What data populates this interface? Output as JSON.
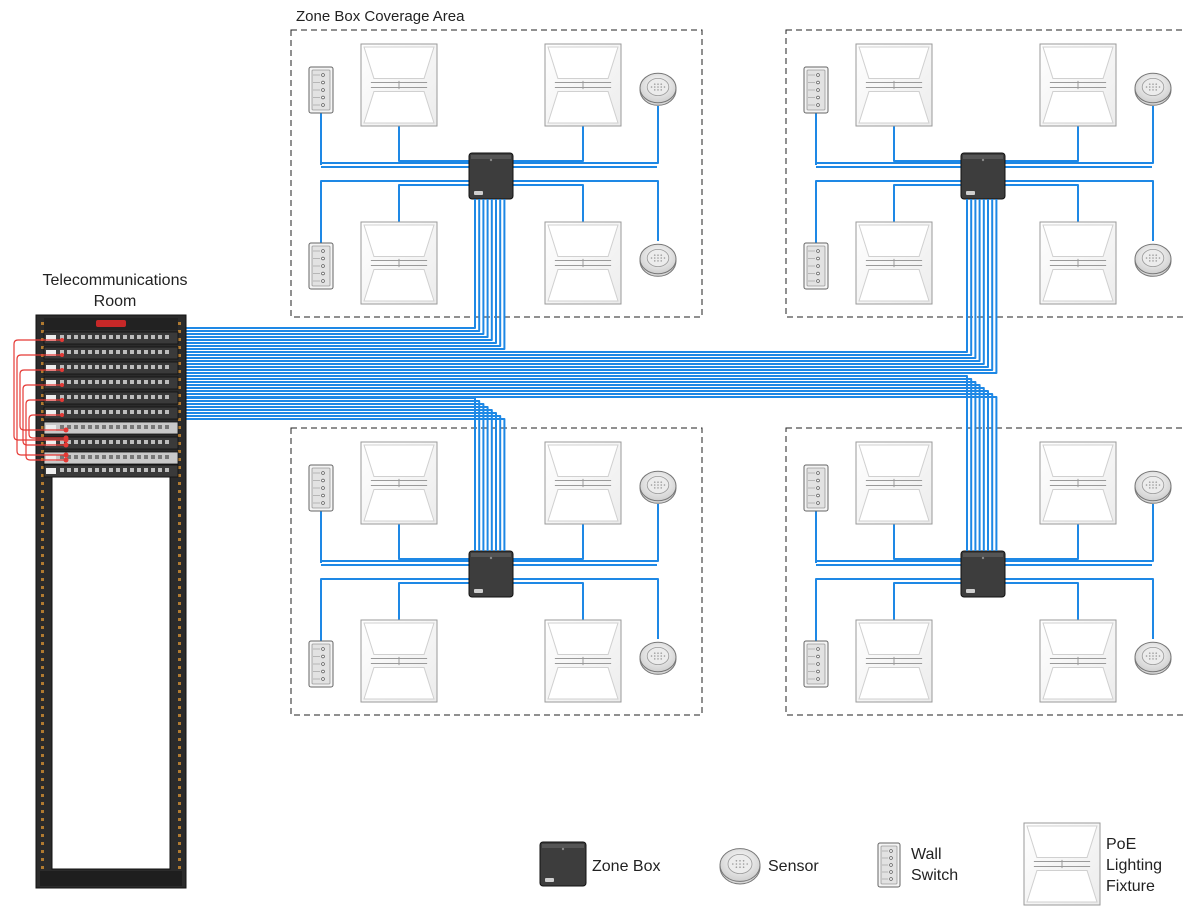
{
  "labels": {
    "coverage_area": "Zone Box Coverage Area",
    "room_line1": "Telecommunications",
    "room_line2": "Room"
  },
  "legend": {
    "zone_box": "Zone Box",
    "sensor": "Sensor",
    "wall_switch_line1": "Wall",
    "wall_switch_line2": "Switch",
    "fixture_line1": "PoE",
    "fixture_line2": "Lighting",
    "fixture_line3": "Fixture"
  },
  "colors": {
    "cable": "#1e88e5",
    "patch_cord": "#e53935",
    "rack": "#2b2b2b",
    "zone_box": "#3d3d3d",
    "zone_border": "#222222",
    "fixture_fill": "#f7f7f7",
    "fixture_line": "#9a9a9a"
  },
  "icons": {
    "zone_box": "zone-box-icon",
    "sensor": "sensor-icon",
    "wall_switch": "wall-switch-icon",
    "fixture": "poe-lighting-fixture-icon",
    "rack": "equipment-rack-icon"
  },
  "zones": [
    {
      "id": "zone-1"
    },
    {
      "id": "zone-2"
    },
    {
      "id": "zone-3"
    },
    {
      "id": "zone-4"
    }
  ]
}
